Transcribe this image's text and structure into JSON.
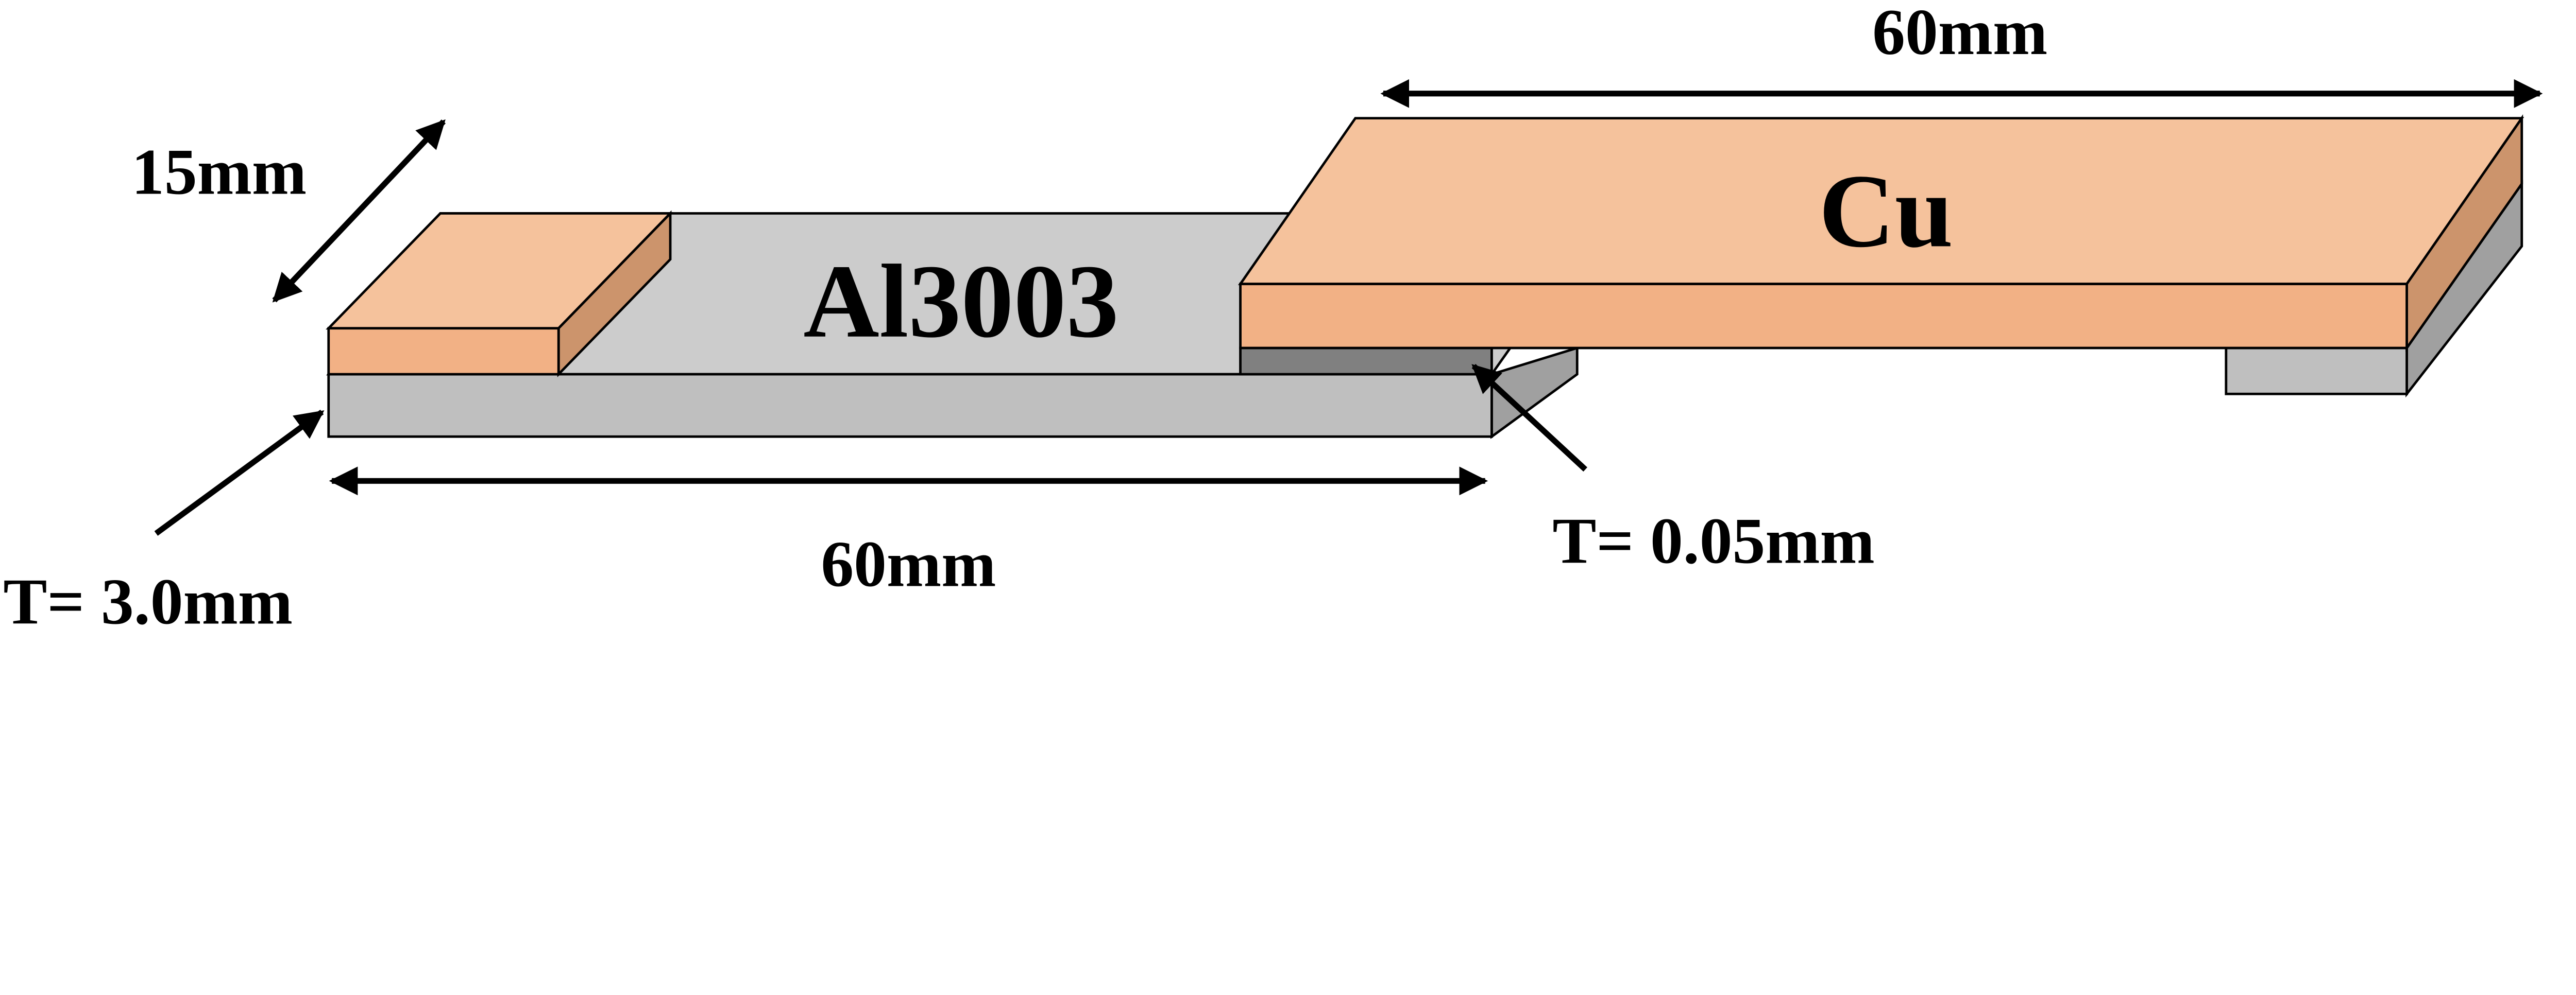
{
  "labels": {
    "top_length": "60mm",
    "bottom_length": "60mm",
    "width": "15mm",
    "al_thickness": "T= 3.0mm",
    "foil_thickness": "T= 0.05mm",
    "al_material": "Al3003",
    "cu_material": "Cu"
  },
  "colors": {
    "cu_top": "#f5c29c",
    "cu_front": "#f2b185",
    "cu_side": "#cc946c",
    "al_top": "#cccccc",
    "al_front": "#bfbfbf",
    "al_side": "#a0a0a0",
    "foil": "#808080"
  }
}
